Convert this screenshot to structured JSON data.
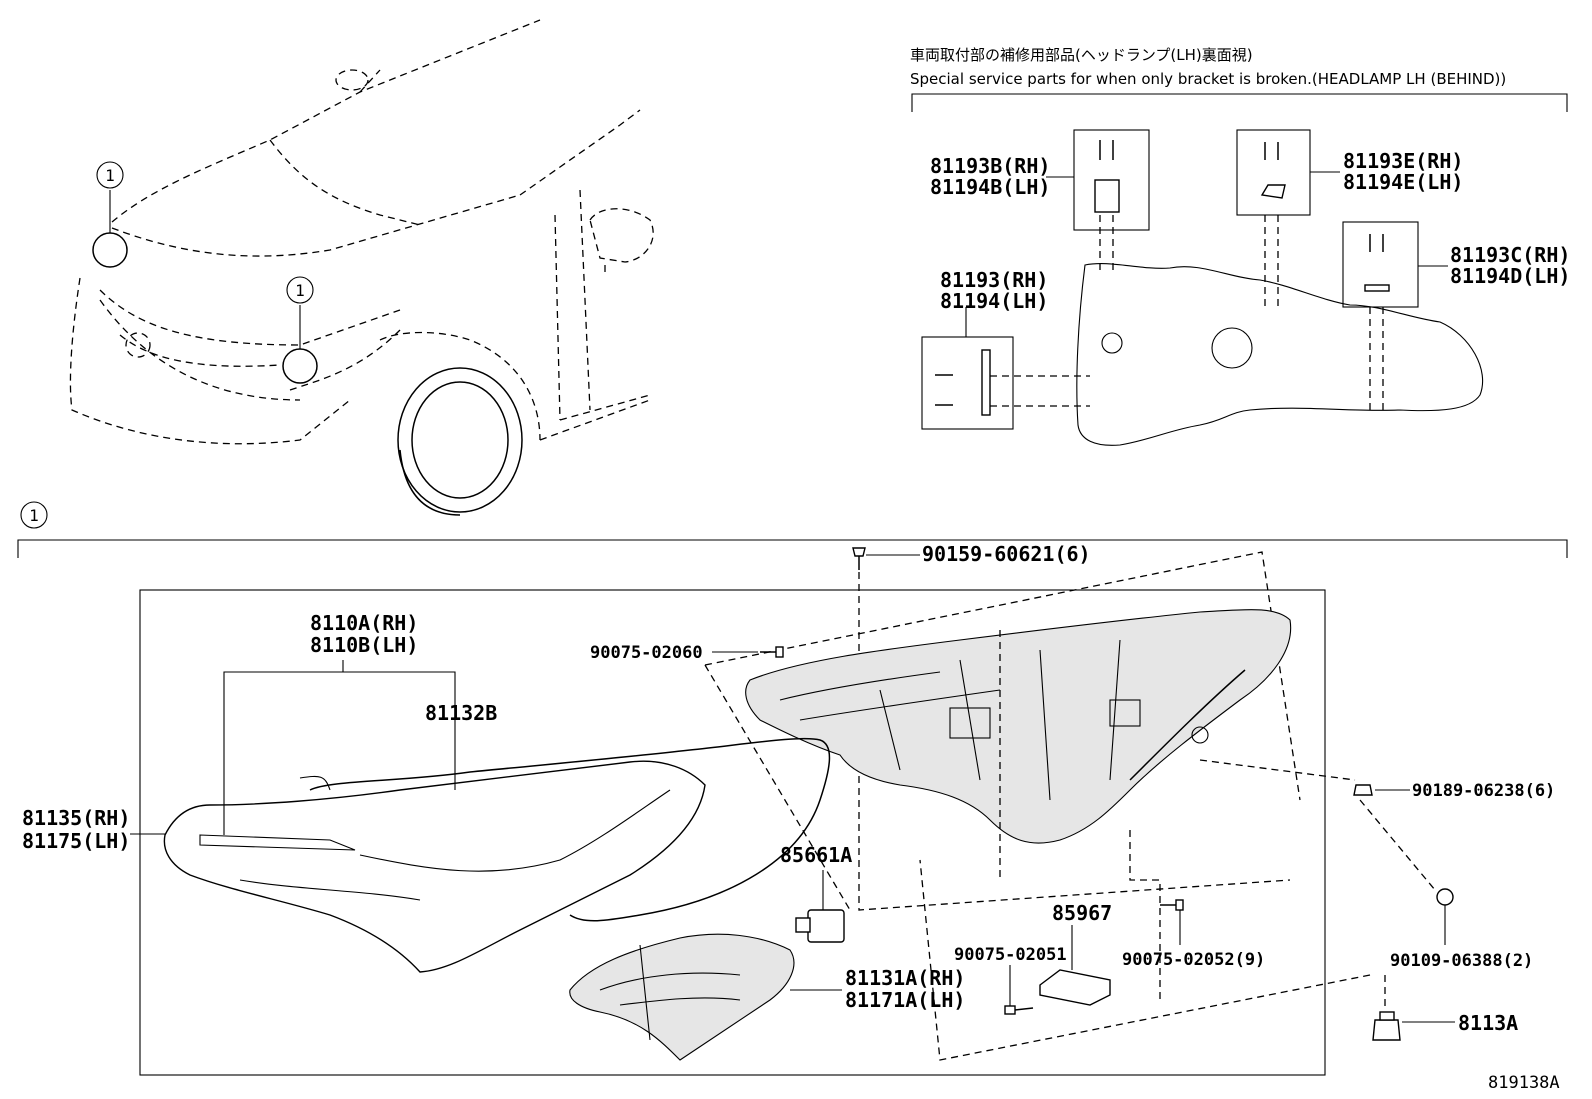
{
  "diagram": {
    "callout_marker": "1",
    "section_marker": "1",
    "figure_code": "819138A",
    "note_jp": "車両取付部の補修用部品(ヘッドランプ(LH)裏面視)",
    "note_en": "Special service parts for when only bracket is broken.(HEADLAMP LH (BEHIND))",
    "labels": {
      "p81193B": "81193B(RH)",
      "p81194B": "81194B(LH)",
      "p81193E": "81193E(RH)",
      "p81194E": "81194E(LH)",
      "p81193": "81193(RH)",
      "p81194": "81194(LH)",
      "p81193C": "81193C(RH)",
      "p81194D": "81194D(LH)",
      "p90159": "90159-60621(6)",
      "p90075_02060": "90075-02060",
      "p8110A": "8110A(RH)",
      "p8110B": "8110B(LH)",
      "p81132B": "81132B",
      "p81135": "81135(RH)",
      "p81175": "81175(LH)",
      "p90189": "90189-06238(6)",
      "p85661A": "85661A",
      "p85967": "85967",
      "p90075_02051": "90075-02051",
      "p90075_02052": "90075-02052(9)",
      "p90109": "90109-06388(2)",
      "p81131A": "81131A(RH)",
      "p81171A": "81171A(LH)",
      "p8113A": "8113A"
    }
  }
}
